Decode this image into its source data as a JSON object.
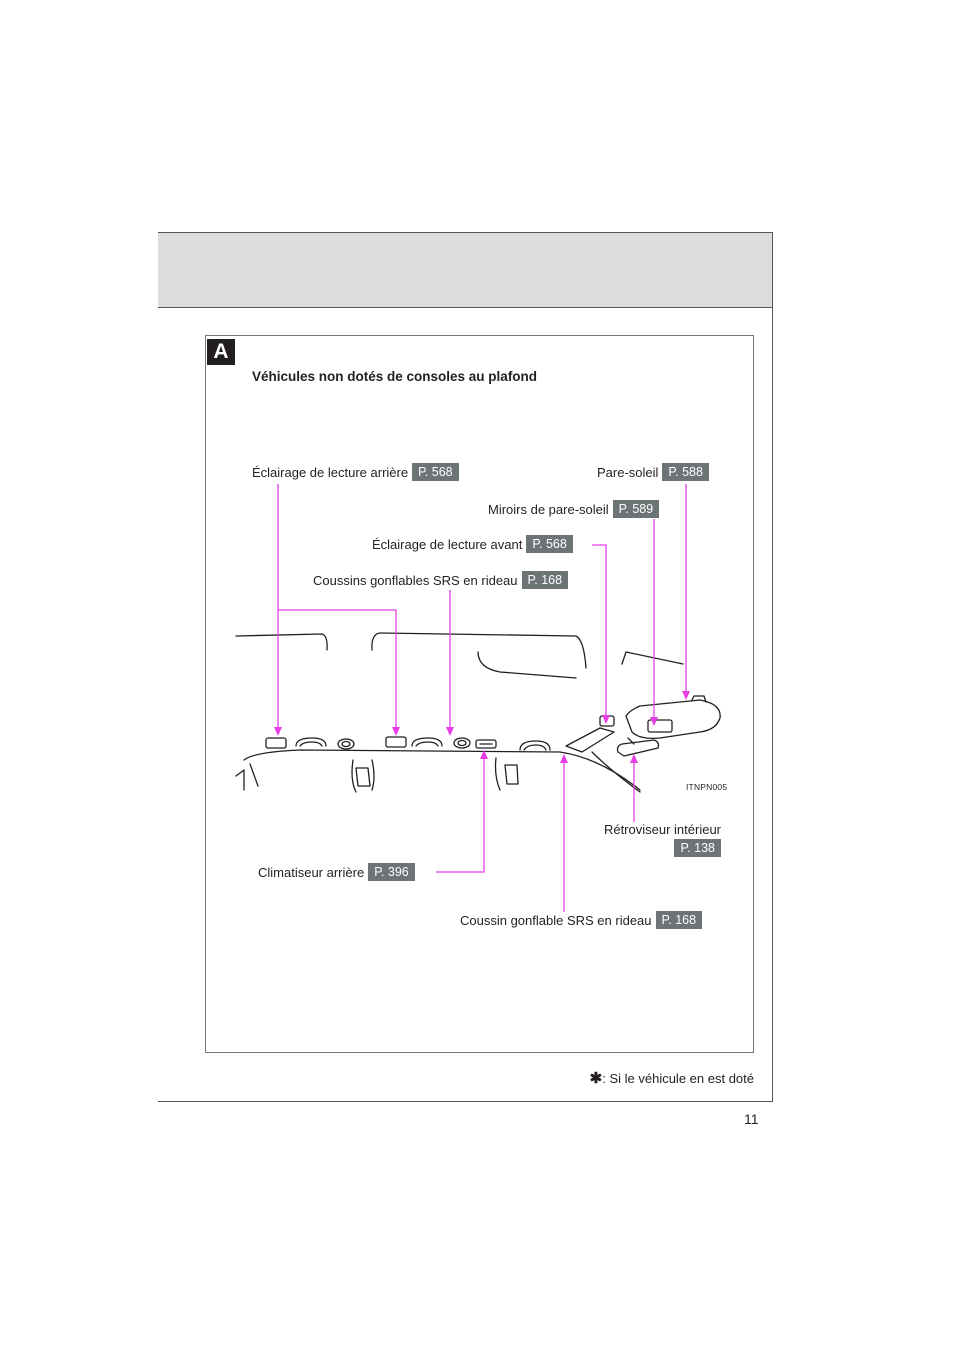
{
  "section_badge": "A",
  "title": "Véhicules non dotés de consoles au plafond",
  "labels": {
    "rear_reading_light": {
      "text": "Éclairage de lecture arrière",
      "page": "P. 568"
    },
    "sun_visors": {
      "text": "Pare-soleil",
      "page": "P. 588"
    },
    "vanity_mirrors": {
      "text": "Miroirs de pare-soleil",
      "page": "P. 589"
    },
    "front_reading_light": {
      "text": "Éclairage de lecture avant",
      "page": "P. 568"
    },
    "curtain_airbags_top": {
      "text": "Coussins gonflables SRS en rideau",
      "page": "P. 168"
    },
    "rear_view_mirror": {
      "text": "Rétroviseur intérieur",
      "page": "P. 138"
    },
    "rear_air_conditioner": {
      "text": "Climatiseur arrière",
      "page": "P. 396"
    },
    "curtain_airbag_bottom": {
      "text": "Coussin gonflable SRS en rideau",
      "page": "P. 168"
    }
  },
  "image_code": "ITNPN005",
  "footnote": {
    "symbol": "✱",
    "text": ": Si le véhicule en est doté"
  },
  "page_number": "11",
  "colors": {
    "leader": "#e83ee8",
    "page_badge": "#6d7476",
    "header_band": "#dcdedd"
  }
}
